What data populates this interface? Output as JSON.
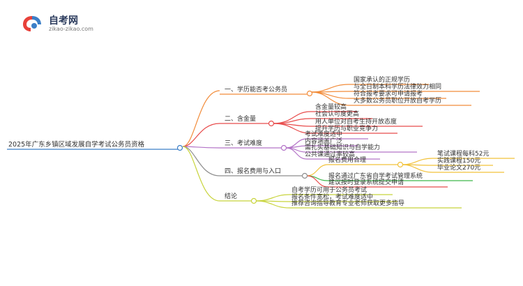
{
  "brand": {
    "name": "自考网",
    "site": "zikao-zikao.com",
    "colors": {
      "red": "#e8413a",
      "blue": "#3c7fc7",
      "dark": "#2a3a5c"
    }
  },
  "mindmap": {
    "root": "2025年广东乡镇区域发展自学考试公务员资格",
    "branches": [
      {
        "label": "一、学历能否考公务员",
        "color": "#f28c3a",
        "children": [
          "国家承认的正规学历",
          "与全日制本科学历法律效力相同",
          "符合报考要求可申请报考",
          "大多数公务员职位开放自考学历"
        ]
      },
      {
        "label": "二、含金量",
        "color": "#e84c4c",
        "children": [
          "含金量较高",
          "社会认可度更高",
          "用人单位对自考生持开放态度",
          "提升学历与职业竞争力"
        ]
      },
      {
        "label": "三、考试难度",
        "color": "#b373c7",
        "children": [
          "考试难度适中",
          "内容涵盖广泛",
          "需扎实基础知识与自学能力",
          "公共课通过率较高"
        ]
      },
      {
        "label": "四、报名费用与入口",
        "color": "#8e8e8e",
        "children": [
          {
            "label": "报名费用合理",
            "color": "#f2c23a",
            "children": [
              "笔试课程每科52元",
              "实践课程150元",
              "毕业论文270元"
            ]
          },
          "报名通过广东省自学考试管理系统",
          "建议按时登录系统提交申请"
        ]
      },
      {
        "label": "结论",
        "color": "#c8d43c",
        "children": [
          "自考学历可用于公务员考试",
          "报名条件宽松，考试难度适中",
          "推荐咨询指导教育专业老师获取更多指导"
        ]
      }
    ]
  }
}
